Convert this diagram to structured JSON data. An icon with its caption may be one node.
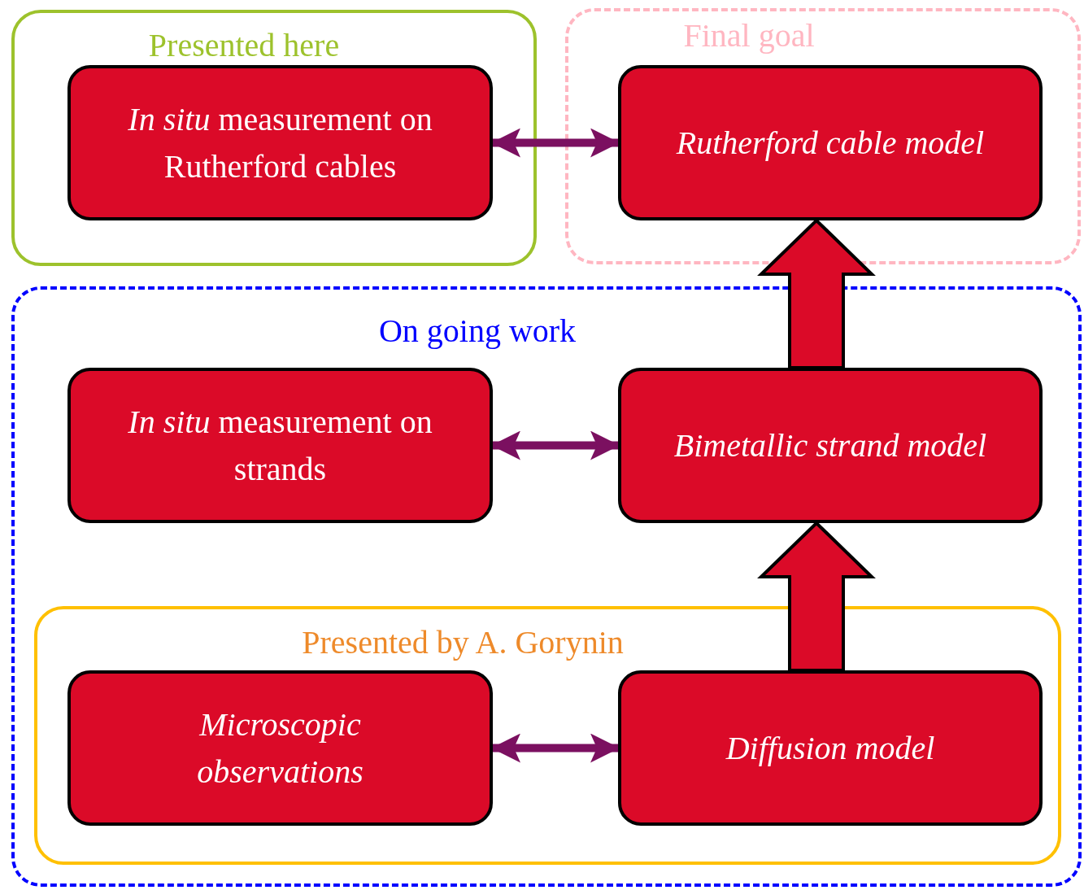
{
  "diagram": {
    "nodes": [
      {
        "text": [
          "Presented here"
        ]
      },
      {
        "text": [
          "*In situ* measurement on Rutherford cables"
        ],
        "in": 0
      },
      {
        "text": [
          "Final goal"
        ]
      },
      {
        "text": [
          "Rutherford cable model"
        ],
        "in": 2
      },
      {
        "text": [
          "On going work"
        ]
      },
      {
        "text": [
          "*In situ* measurement on strands"
        ],
        "in": 4
      },
      {
        "text": [
          "Bimetallic strand model"
        ],
        "in": 4
      },
      {
        "text": [
          "Presented by A. Gorynin"
        ],
        "in": 4
      },
      {
        "text": [
          "Microscopic observations"
        ],
        "in": 7
      },
      {
        "text": [
          "Diffusion model"
        ],
        "in": 7
      }
    ],
    "edges": [
      {
        "from": 1,
        "to": 3,
        "arrow": "both"
      },
      {
        "from": 6,
        "to": 3,
        "arrow": "to",
        "style": "thick",
        "color": "#db0a28"
      },
      {
        "from": 5,
        "to": 6,
        "arrow": "both"
      },
      {
        "from": 9,
        "to": 6,
        "arrow": "to",
        "style": "thick",
        "color": "#db0a28"
      },
      {
        "from": 8,
        "to": 9,
        "arrow": "both"
      }
    ]
  }
}
